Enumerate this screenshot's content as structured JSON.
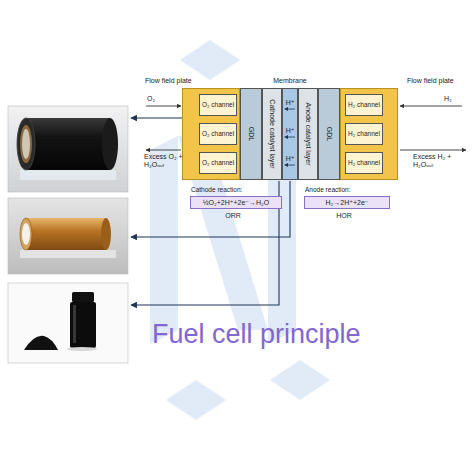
{
  "diagram": {
    "title": "Fuel cell principle",
    "nodes": [
      {
        "text": [
          "Flow field plate"
        ]
      },
      {
        "text": [
          "O₂ channel"
        ],
        "in": 0
      },
      {
        "text": [
          "O₂ channel"
        ],
        "in": 0
      },
      {
        "text": [
          "O₂ channel"
        ],
        "in": 0
      },
      {
        "text": [
          "GDL"
        ]
      },
      {
        "text": [
          "Cathode catalyst layer"
        ]
      },
      {
        "text": [
          "Membrane"
        ]
      },
      {
        "text": [
          "Anode catalyst layer"
        ]
      },
      {
        "text": [
          "GDL"
        ]
      },
      {
        "text": [
          "Flow field plate"
        ]
      },
      {
        "text": [
          "H₂ channel"
        ],
        "in": 9
      },
      {
        "text": [
          "H₂ channel"
        ],
        "in": 9
      },
      {
        "text": [
          "H₂ channel"
        ],
        "in": 9
      },
      {
        "text": [
          "Cathode reaction:",
          "½O₂+2H⁺+2e⁻→H₂O"
        ]
      },
      {
        "text": [
          "Anode reaction:",
          "H₂→2H⁺+2e⁻"
        ]
      }
    ],
    "labels": [
      "O₂",
      "Excess O₂ + H₂Oₒᵤₜ",
      "H⁺",
      "H⁺",
      "H⁺",
      "H₂",
      "Excess H₂ + H₂Oₒᵤₜ",
      "ORR",
      "HOR"
    ]
  }
}
